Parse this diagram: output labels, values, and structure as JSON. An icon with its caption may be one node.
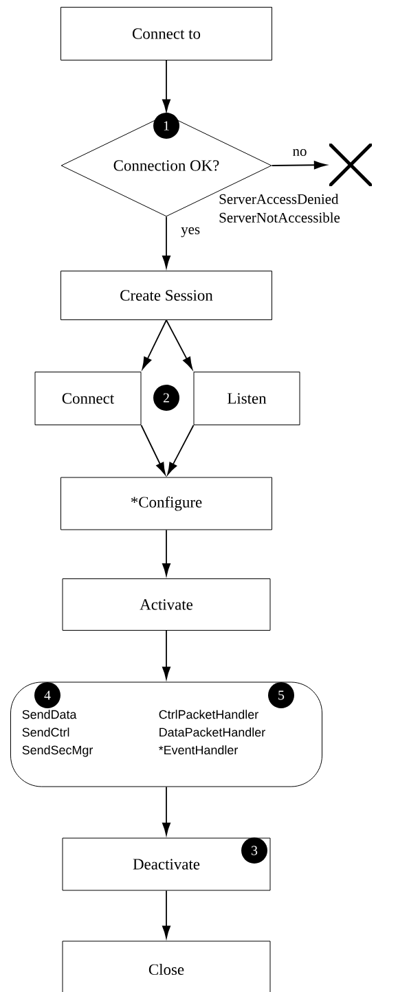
{
  "diagram": {
    "nodes": [
      {
        "text": [
          "Connect to"
        ]
      },
      {
        "text": [
          "Connection OK?"
        ]
      },
      {
        "text": [],
        "shape": "cross",
        "beside": [
          "ServerAccessDenied",
          "ServerNotAccessible"
        ]
      },
      {
        "text": [
          "Create Session"
        ]
      },
      {
        "text": [
          "Connect"
        ]
      },
      {
        "text": [
          "Listen"
        ]
      },
      {
        "text": [
          "*Configure"
        ]
      },
      {
        "text": [
          "Activate"
        ]
      },
      {
        "text": [
          "SendData",
          "SendCtrl",
          "SendSecMgr",
          "CtrlPacketHandler",
          "DataPacketHandler",
          "*EventHandler"
        ]
      },
      {
        "text": [
          "Deactivate"
        ]
      },
      {
        "text": [
          "Close"
        ]
      }
    ],
    "edges": [
      {
        "from": 0,
        "to": 1,
        "arrow": "to"
      },
      {
        "from": 1,
        "to": 2,
        "arrow": "to",
        "label": "no"
      },
      {
        "from": 1,
        "to": 3,
        "arrow": "to",
        "label": "yes"
      },
      {
        "from": 3,
        "to": 4,
        "arrow": "to"
      },
      {
        "from": 3,
        "to": 5,
        "arrow": "to"
      },
      {
        "from": 4,
        "to": 6,
        "arrow": "to"
      },
      {
        "from": 5,
        "to": 6,
        "arrow": "to"
      },
      {
        "from": 6,
        "to": 7,
        "arrow": "to"
      },
      {
        "from": 7,
        "to": 8,
        "arrow": "to"
      },
      {
        "from": 8,
        "to": 9,
        "arrow": "to"
      },
      {
        "from": 9,
        "to": 10,
        "arrow": "to"
      }
    ],
    "labels": [
      "1",
      "2",
      "4",
      "5",
      "3"
    ]
  }
}
